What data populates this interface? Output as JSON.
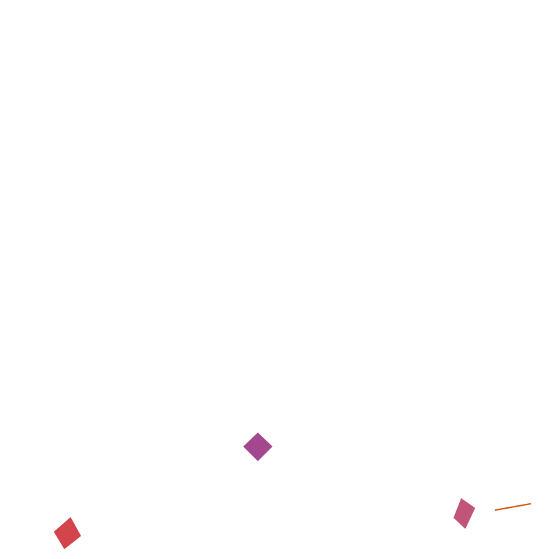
{
  "background": "#ffffff",
  "shapes": [
    {
      "kind": "diamond",
      "color": "#a3488f"
    },
    {
      "kind": "diamond",
      "color": "#c0547a"
    },
    {
      "kind": "diamond",
      "color": "#d4444b"
    },
    {
      "kind": "streak",
      "color": "#d4570f"
    }
  ]
}
